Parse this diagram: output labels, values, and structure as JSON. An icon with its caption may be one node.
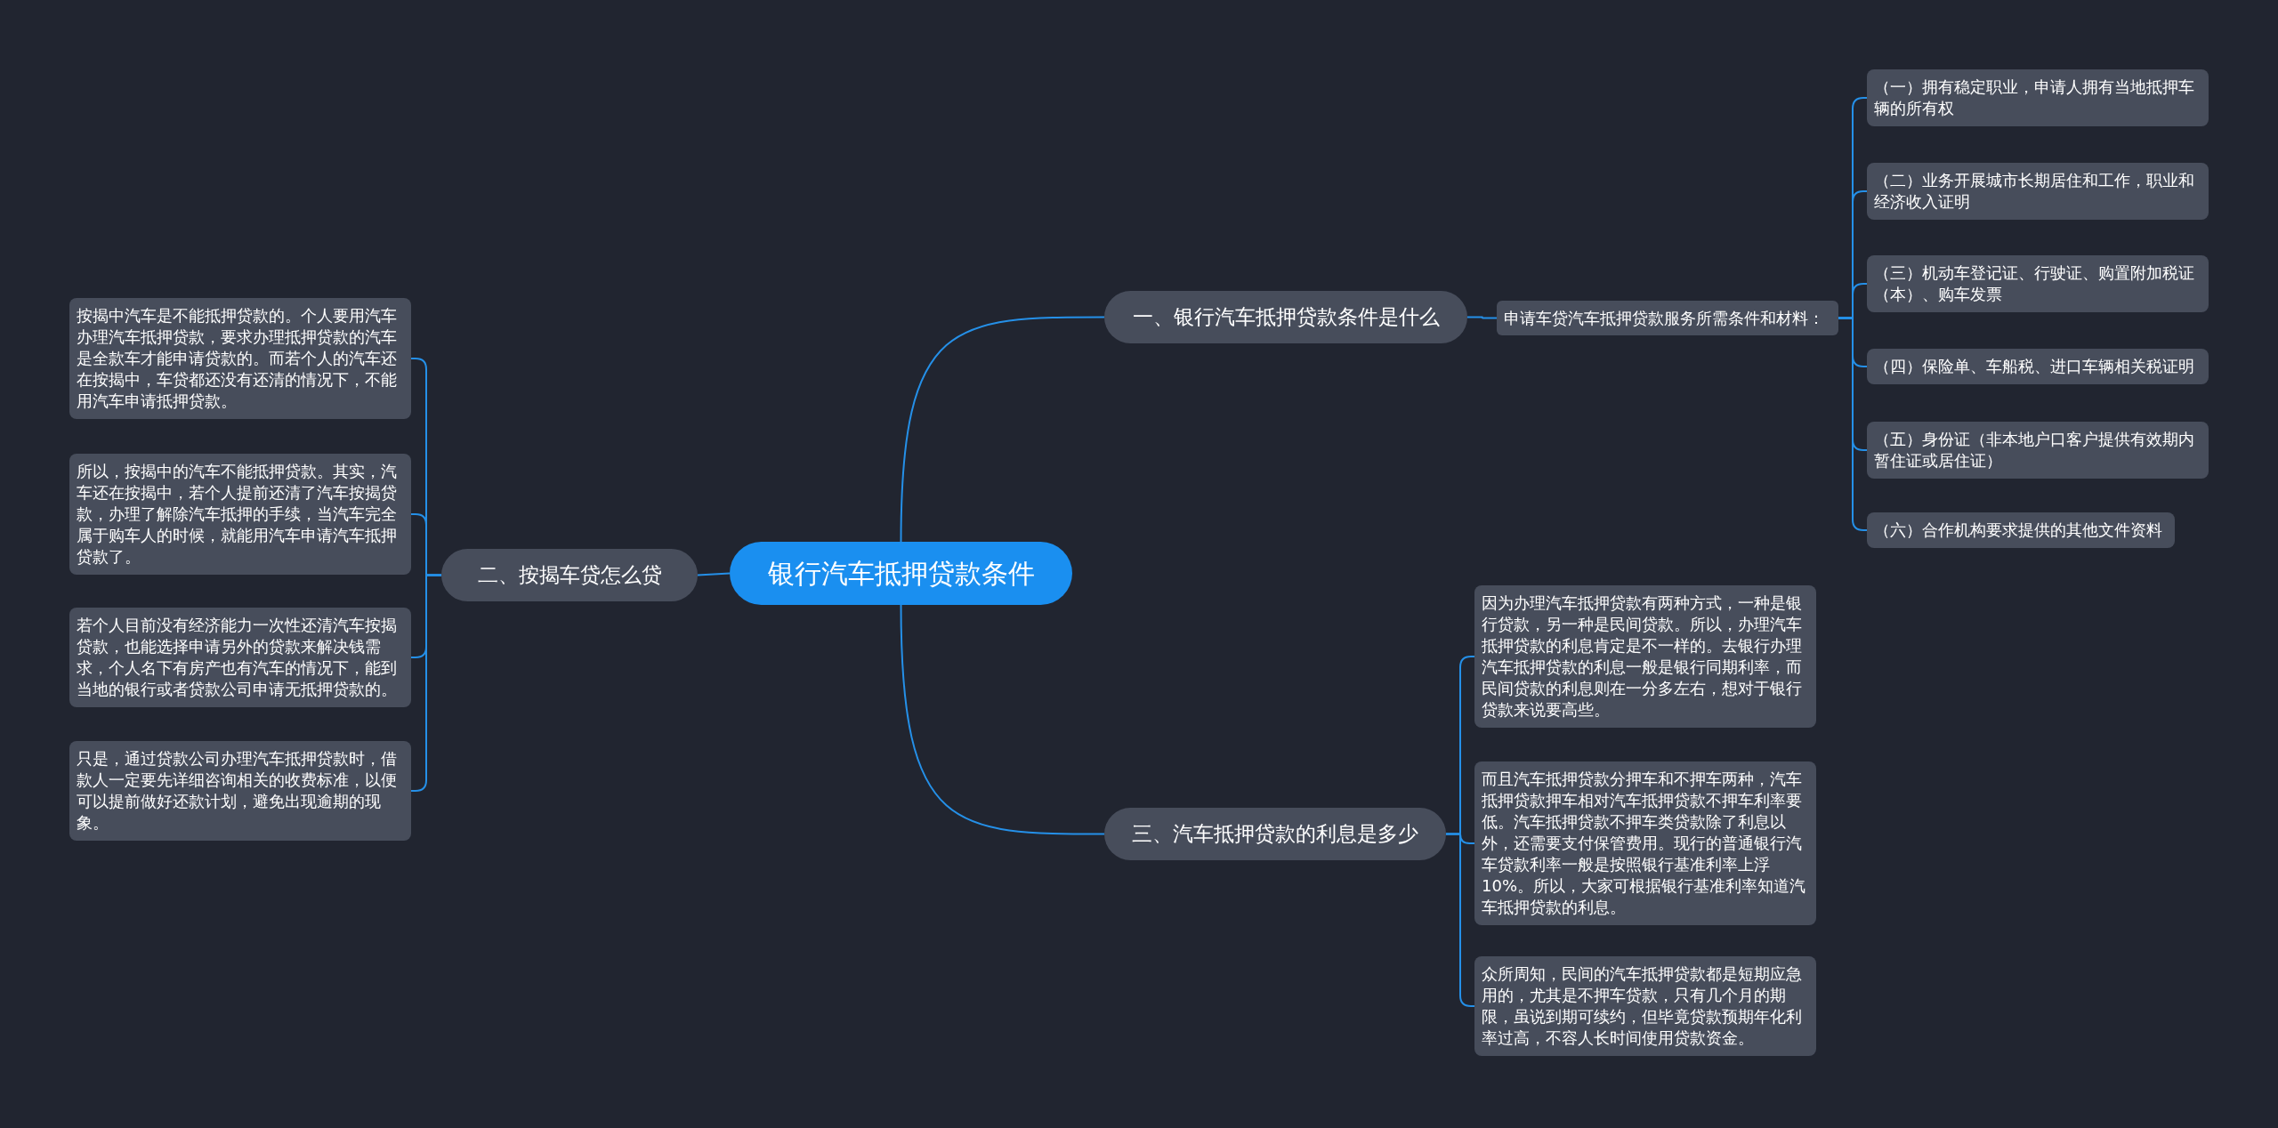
{
  "diagram": {
    "nodes": [
      {
        "text": [
          "银行汽车抵押贷款条件"
        ]
      },
      {
        "text": [
          "一、银行汽车抵押贷款条件是什么"
        ]
      },
      {
        "text": [
          "申请车贷汽车抵押贷款服务所需条件和材料："
        ]
      },
      {
        "text": [
          "（一）拥有稳定职业，申请人拥有当地抵押车辆的所有权"
        ]
      },
      {
        "text": [
          "（二）业务开展城市长期居住和工作，职业和经济收入证明"
        ]
      },
      {
        "text": [
          "（三）机动车登记证、行驶证、购置附加税证（本）、购车发票"
        ]
      },
      {
        "text": [
          "（四）保险单、车船税、进口车辆相关税证明"
        ]
      },
      {
        "text": [
          "（五）身份证（非本地户口客户提供有效期内暂住证或居住证）"
        ]
      },
      {
        "text": [
          "（六）合作机构要求提供的其他文件资料"
        ]
      },
      {
        "text": [
          "三、汽车抵押贷款的利息是多少"
        ]
      },
      {
        "text": [
          "因为办理汽车抵押贷款有两种方式，一种是银行贷款，另一种是民间贷款。所以，办理汽车抵押贷款的利息肯定是不一样的。去银行办理汽车抵押贷款的利息一般是银行同期利率，而民间贷款的利息则在一分多左右，想对于银行贷款来说要高些。"
        ]
      },
      {
        "text": [
          "而且汽车抵押贷款分押车和不押车两种，汽车抵押贷款押车相对汽车抵押贷款不押车利率要低。汽车抵押贷款不押车类贷款除了利息以外，还需要支付保管费用。现行的普通银行汽车贷款利率一般是按照银行基准利率上浮10%。所以，大家可根据银行基准利率知道汽车抵押贷款的利息。"
        ]
      },
      {
        "text": [
          "众所周知，民间的汽车抵押贷款都是短期应急用的，尤其是不押车贷款，只有几个月的期限，虽说到期可续约，但毕竟贷款预期年化利率过高，不容人长时间使用贷款资金。"
        ]
      },
      {
        "text": [
          "二、按揭车贷怎么贷"
        ]
      },
      {
        "text": [
          "按揭中汽车是不能抵押贷款的。个人要用汽车办理汽车抵押贷款，要求办理抵押贷款的汽车是全款车才能申请贷款的。而若个人的汽车还在按揭中，车贷都还没有还清的情况下，不能用汽车申请抵押贷款。"
        ]
      },
      {
        "text": [
          "所以，按揭中的汽车不能抵押贷款。其实，汽车还在按揭中，若个人提前还清了汽车按揭贷款，办理了解除汽车抵押的手续，当汽车完全属于购车人的时候，就能用汽车申请汽车抵押贷款了。"
        ]
      },
      {
        "text": [
          "若个人目前没有经济能力一次性还清汽车按揭贷款，也能选择申请另外的贷款来解决钱需求，个人名下有房产也有汽车的情况下，能到当地的银行或者贷款公司申请无抵押贷款的。"
        ]
      },
      {
        "text": [
          "只是，通过贷款公司办理汽车抵押贷款时，借款人一定要先详细咨询相关的收费标准，以便可以提前做好还款计划，避免出现逾期的现象。"
        ]
      }
    ],
    "edges": [
      {
        "from": 0,
        "to": 1,
        "arrow": "none"
      },
      {
        "from": 1,
        "to": 2,
        "arrow": "none"
      },
      {
        "from": 2,
        "to": 3,
        "arrow": "none"
      },
      {
        "from": 2,
        "to": 4,
        "arrow": "none"
      },
      {
        "from": 2,
        "to": 5,
        "arrow": "none"
      },
      {
        "from": 2,
        "to": 6,
        "arrow": "none"
      },
      {
        "from": 2,
        "to": 7,
        "arrow": "none"
      },
      {
        "from": 2,
        "to": 8,
        "arrow": "none"
      },
      {
        "from": 0,
        "to": 9,
        "arrow": "none"
      },
      {
        "from": 9,
        "to": 10,
        "arrow": "none"
      },
      {
        "from": 9,
        "to": 11,
        "arrow": "none"
      },
      {
        "from": 9,
        "to": 12,
        "arrow": "none"
      },
      {
        "from": 0,
        "to": 13,
        "arrow": "none"
      },
      {
        "from": 13,
        "to": 14,
        "arrow": "none"
      },
      {
        "from": 13,
        "to": 15,
        "arrow": "none"
      },
      {
        "from": 13,
        "to": 16,
        "arrow": "none"
      },
      {
        "from": 13,
        "to": 17,
        "arrow": "none"
      }
    ]
  }
}
